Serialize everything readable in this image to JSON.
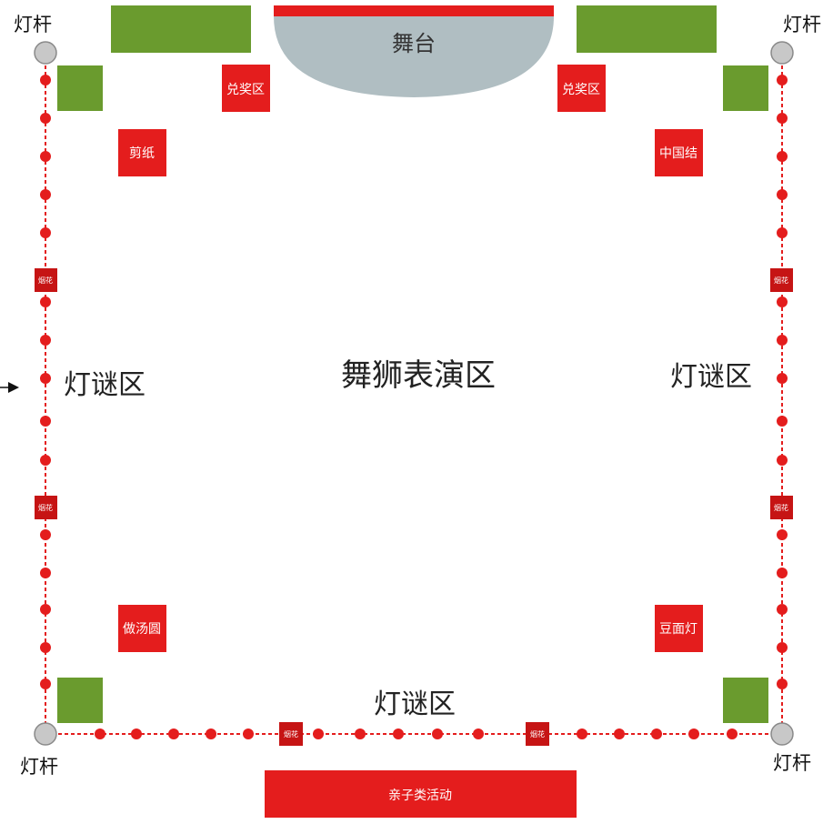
{
  "stage": {
    "label": "舞台"
  },
  "main_area": {
    "label": "舞狮表演区"
  },
  "riddle_zones": {
    "left": "灯谜区",
    "right": "灯谜区",
    "bottom": "灯谜区"
  },
  "poles": {
    "top_left": "灯杆",
    "top_right": "灯杆",
    "bottom_left": "灯杆",
    "bottom_right": "灯杆"
  },
  "booths": {
    "redeem_left": "兑奖区",
    "redeem_right": "兑奖区",
    "paper_cut": "剪纸",
    "chinese_knot": "中国结",
    "tangyuan": "做汤圆",
    "bean_lantern": "豆面灯",
    "family_activity": "亲子类活动"
  },
  "small_label": "烟花",
  "colors": {
    "red": "#e41d1d",
    "dark_red": "#c61414",
    "green": "#6a9b2e",
    "stage_gray": "#b0bec2",
    "pole_gray": "#c8c8c8"
  }
}
